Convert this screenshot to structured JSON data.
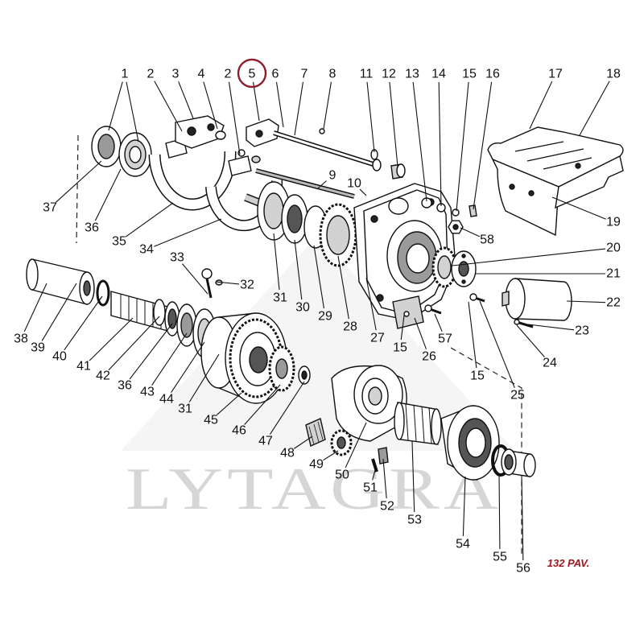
{
  "diagram": {
    "callouts": [
      {
        "label": "1"
      },
      {
        "label": "2"
      },
      {
        "label": "3"
      },
      {
        "label": "4"
      },
      {
        "label": "2"
      },
      {
        "label": "5",
        "circled": true
      },
      {
        "label": "6"
      },
      {
        "label": "7"
      },
      {
        "label": "8"
      },
      {
        "label": "11"
      },
      {
        "label": "12"
      },
      {
        "label": "13"
      },
      {
        "label": "14"
      },
      {
        "label": "15"
      },
      {
        "label": "16"
      },
      {
        "label": "17"
      },
      {
        "label": "18"
      },
      {
        "label": "9"
      },
      {
        "label": "10"
      },
      {
        "label": "37"
      },
      {
        "label": "36"
      },
      {
        "label": "35"
      },
      {
        "label": "34"
      },
      {
        "label": "19"
      },
      {
        "label": "58"
      },
      {
        "label": "20"
      },
      {
        "label": "21"
      },
      {
        "label": "22"
      },
      {
        "label": "33"
      },
      {
        "label": "32"
      },
      {
        "label": "31"
      },
      {
        "label": "30"
      },
      {
        "label": "29"
      },
      {
        "label": "28"
      },
      {
        "label": "27"
      },
      {
        "label": "26"
      },
      {
        "label": "57"
      },
      {
        "label": "15"
      },
      {
        "label": "15"
      },
      {
        "label": "23"
      },
      {
        "label": "24"
      },
      {
        "label": "25"
      },
      {
        "label": "38"
      },
      {
        "label": "39"
      },
      {
        "label": "40"
      },
      {
        "label": "41"
      },
      {
        "label": "42"
      },
      {
        "label": "36"
      },
      {
        "label": "43"
      },
      {
        "label": "44"
      },
      {
        "label": "31"
      },
      {
        "label": "45"
      },
      {
        "label": "46"
      },
      {
        "label": "47"
      },
      {
        "label": "48"
      },
      {
        "label": "49"
      },
      {
        "label": "50"
      },
      {
        "label": "51"
      },
      {
        "label": "52"
      },
      {
        "label": "53"
      },
      {
        "label": "54"
      },
      {
        "label": "55"
      },
      {
        "label": "56"
      }
    ],
    "figure_label": "132 PAV.",
    "watermark": "LYTAGRA"
  },
  "colors": {
    "ink": "#111111",
    "highlight_circle": "#8e1f2a",
    "figure_label": "#9b1b22",
    "watermark_text": "#d6d6d6",
    "watermark_logo": "#ededed"
  }
}
